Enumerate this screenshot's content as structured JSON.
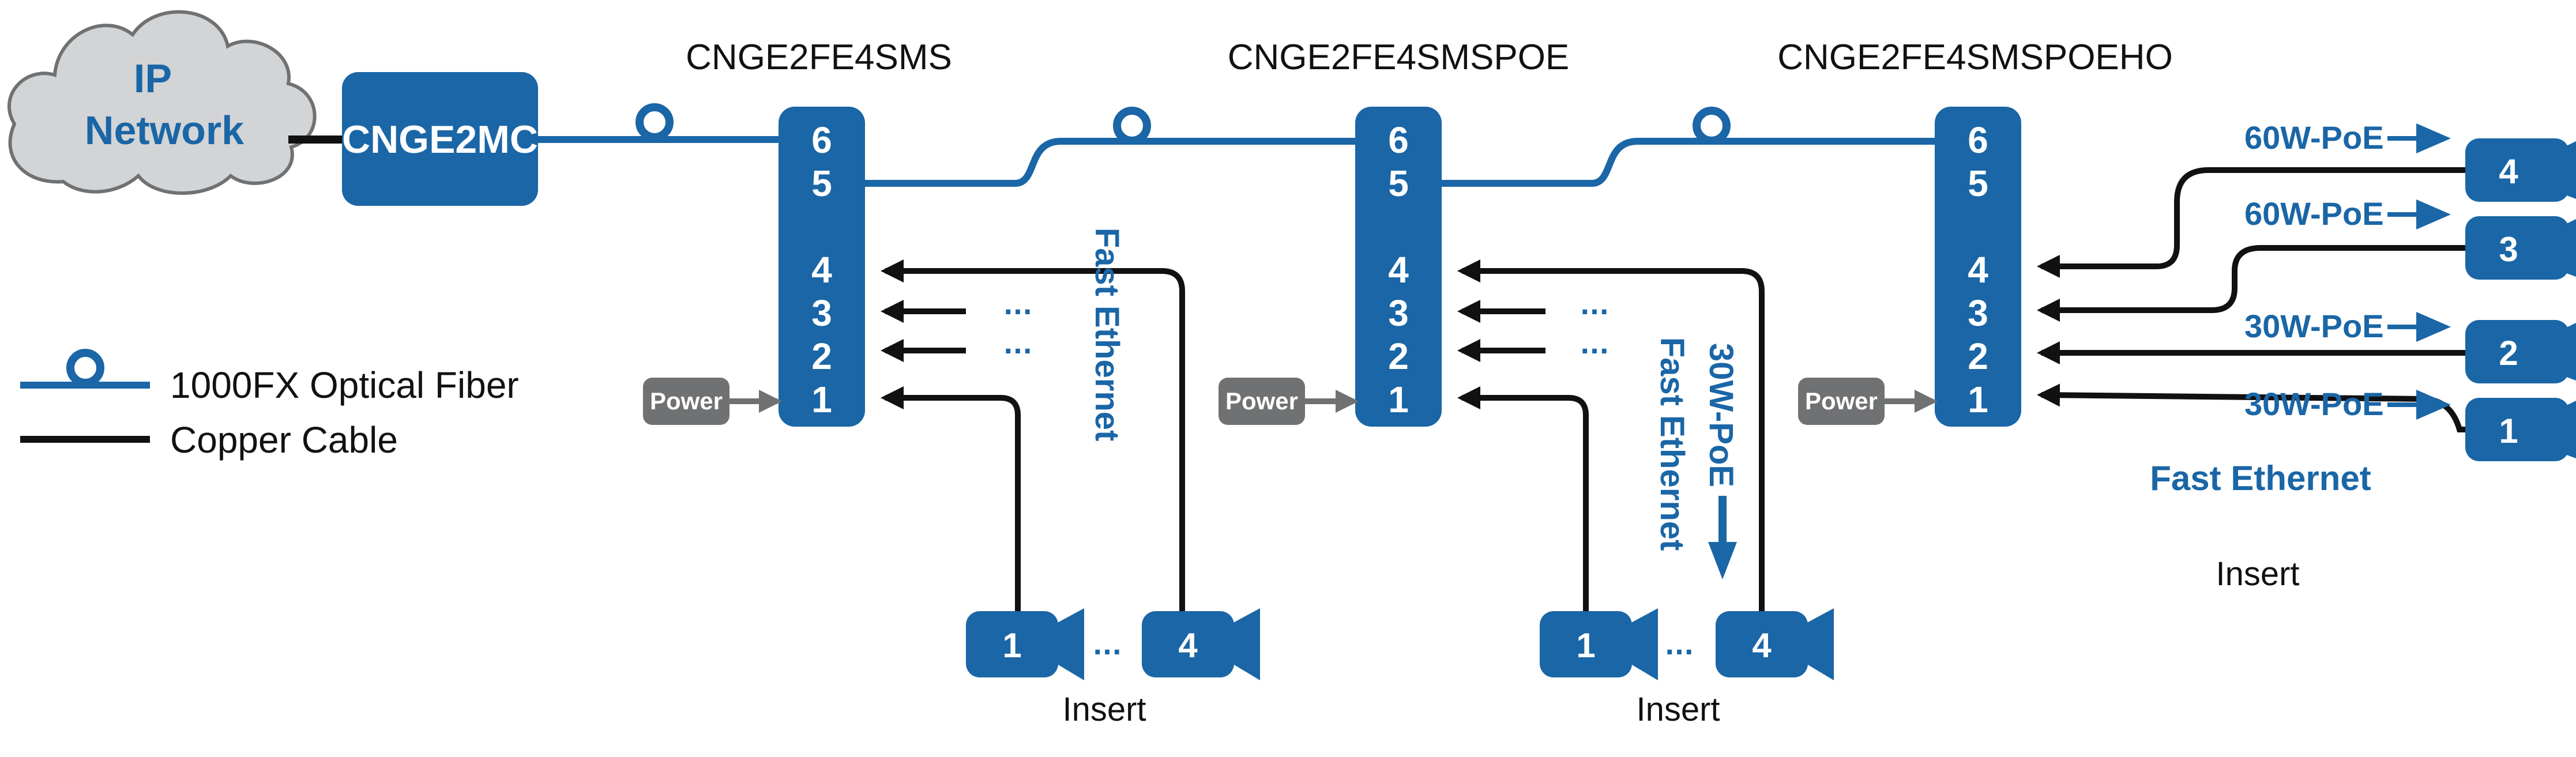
{
  "network": {
    "label_line1": "IP",
    "label_line2": "Network"
  },
  "media_converter": {
    "label": "CNGE2MC"
  },
  "switches": [
    {
      "model": "CNGE2FE4SMS",
      "ports": [
        "6",
        "5",
        "4",
        "3",
        "2",
        "1"
      ],
      "power_label": "Power"
    },
    {
      "model": "CNGE2FE4SMSPOE",
      "ports": [
        "6",
        "5",
        "4",
        "3",
        "2",
        "1"
      ],
      "power_label": "Power"
    },
    {
      "model": "CNGE2FE4SMSPOEHO",
      "ports": [
        "6",
        "5",
        "4",
        "3",
        "2",
        "1"
      ],
      "power_label": "Power"
    }
  ],
  "legend": {
    "fiber_label": "1000FX Optical Fiber",
    "copper_label": "Copper Cable"
  },
  "group1": {
    "ellipsis": "...",
    "link_label": "Fast Ethernet",
    "camera_first": "1",
    "camera_last": "4",
    "camera_gap": "...",
    "insert_label": "Insert"
  },
  "group2": {
    "ellipsis": "...",
    "link_label": "Fast Ethernet",
    "poe_label": "30W-PoE",
    "camera_first": "1",
    "camera_last": "4",
    "camera_gap": "...",
    "insert_label": "Insert"
  },
  "group3": {
    "cameras": [
      {
        "number": "4",
        "poe": "60W-PoE"
      },
      {
        "number": "3",
        "poe": "60W-PoE"
      },
      {
        "number": "2",
        "poe": "30W-PoE"
      },
      {
        "number": "1",
        "poe": "30W-PoE"
      }
    ],
    "link_label": "Fast Ethernet",
    "insert_label": "Insert"
  },
  "colors": {
    "blue": "#1a66a6",
    "black": "#111111",
    "gray_cloud": "#d3d4d6",
    "gray_power": "#6f7173",
    "white": "#ffffff"
  }
}
